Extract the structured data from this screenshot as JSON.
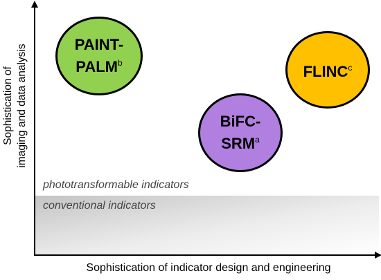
{
  "axes": {
    "y_label_line1": "Sophistication of",
    "y_label_line2": "imaging and data analysis",
    "x_label": "Sophistication of indicator design and engineering"
  },
  "bands": {
    "upper": "phototransformable indicators",
    "lower": "conventional indicators"
  },
  "bubbles": [
    {
      "line1": "PAINT-",
      "line2": "PALM",
      "superscript": "b",
      "color": "#92D050"
    },
    {
      "line1": "FLINC",
      "line2": "",
      "superscript": "c",
      "color": "#FFC000"
    },
    {
      "line1": "BiFC-",
      "line2": "SRM",
      "superscript": "a",
      "color": "#B07FDF"
    }
  ]
}
